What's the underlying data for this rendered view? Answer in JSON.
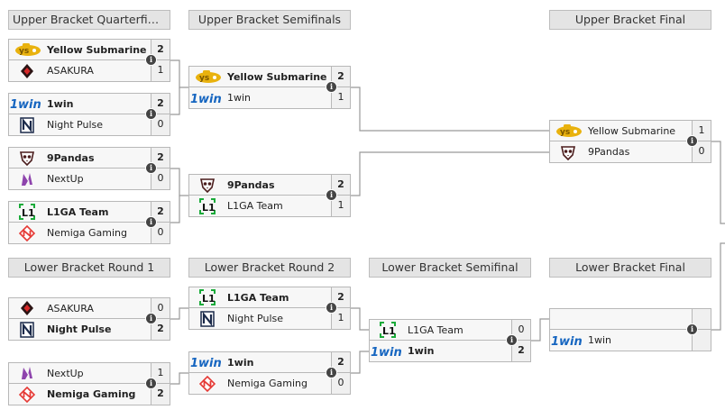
{
  "headers": {
    "ub_qf": "Upper Bracket Quarterfinals",
    "ub_sf": "Upper Bracket Semifinals",
    "ub_final": "Upper Bracket Final",
    "lb_r1": "Lower Bracket Round 1",
    "lb_r2": "Lower Bracket Round 2",
    "lb_sf": "Lower Bracket Semifinal",
    "lb_final": "Lower Bracket Final"
  },
  "info_glyph": "i",
  "matches": {
    "ubqf1": {
      "t1": {
        "name": "Yellow Submarine",
        "score": "2",
        "logo": "yellow-submarine-logo"
      },
      "t2": {
        "name": "ASAKURA",
        "score": "1",
        "logo": "asakura-logo"
      }
    },
    "ubqf2": {
      "t1": {
        "name": "1win",
        "score": "2",
        "logo": "1win-logo"
      },
      "t2": {
        "name": "Night Pulse",
        "score": "0",
        "logo": "night-pulse-logo"
      }
    },
    "ubqf3": {
      "t1": {
        "name": "9Pandas",
        "score": "2",
        "logo": "9pandas-logo"
      },
      "t2": {
        "name": "NextUp",
        "score": "0",
        "logo": "nextup-logo"
      }
    },
    "ubqf4": {
      "t1": {
        "name": "L1GA Team",
        "score": "2",
        "logo": "l1ga-logo"
      },
      "t2": {
        "name": "Nemiga Gaming",
        "score": "0",
        "logo": "nemiga-logo"
      }
    },
    "ubsf1": {
      "t1": {
        "name": "Yellow Submarine",
        "score": "2",
        "logo": "yellow-submarine-logo"
      },
      "t2": {
        "name": "1win",
        "score": "1",
        "logo": "1win-logo"
      }
    },
    "ubsf2": {
      "t1": {
        "name": "9Pandas",
        "score": "2",
        "logo": "9pandas-logo"
      },
      "t2": {
        "name": "L1GA Team",
        "score": "1",
        "logo": "l1ga-logo"
      }
    },
    "ubf": {
      "t1": {
        "name": "Yellow Submarine",
        "score": "1",
        "logo": "yellow-submarine-logo"
      },
      "t2": {
        "name": "9Pandas",
        "score": "0",
        "logo": "9pandas-logo"
      }
    },
    "lbr1a": {
      "t1": {
        "name": "ASAKURA",
        "score": "0",
        "logo": "asakura-logo"
      },
      "t2": {
        "name": "Night Pulse",
        "score": "2",
        "logo": "night-pulse-logo"
      }
    },
    "lbr1b": {
      "t1": {
        "name": "NextUp",
        "score": "1",
        "logo": "nextup-logo"
      },
      "t2": {
        "name": "Nemiga Gaming",
        "score": "2",
        "logo": "nemiga-logo"
      }
    },
    "lbr2a": {
      "t1": {
        "name": "L1GA Team",
        "score": "2",
        "logo": "l1ga-logo"
      },
      "t2": {
        "name": "Night Pulse",
        "score": "1",
        "logo": "night-pulse-logo"
      }
    },
    "lbr2b": {
      "t1": {
        "name": "1win",
        "score": "2",
        "logo": "1win-logo"
      },
      "t2": {
        "name": "Nemiga Gaming",
        "score": "0",
        "logo": "nemiga-logo"
      }
    },
    "lbsf": {
      "t1": {
        "name": "L1GA Team",
        "score": "0",
        "logo": "l1ga-logo"
      },
      "t2": {
        "name": "1win",
        "score": "2",
        "logo": "1win-logo"
      }
    },
    "lbf": {
      "t1": {
        "name": "",
        "score": "",
        "logo": ""
      },
      "t2": {
        "name": "1win",
        "score": "",
        "logo": "1win-logo"
      }
    }
  },
  "colors": {
    "header_bg": "#e4e4e4",
    "row_bg": "#f7f7f7",
    "connector": "#999999",
    "yellow_sub": "#e9b20e",
    "win_blue": "#1565c0",
    "l1ga_green": "#1aab3a",
    "nemiga_red": "#e53935",
    "nextup_purple": "#8e44ad"
  }
}
